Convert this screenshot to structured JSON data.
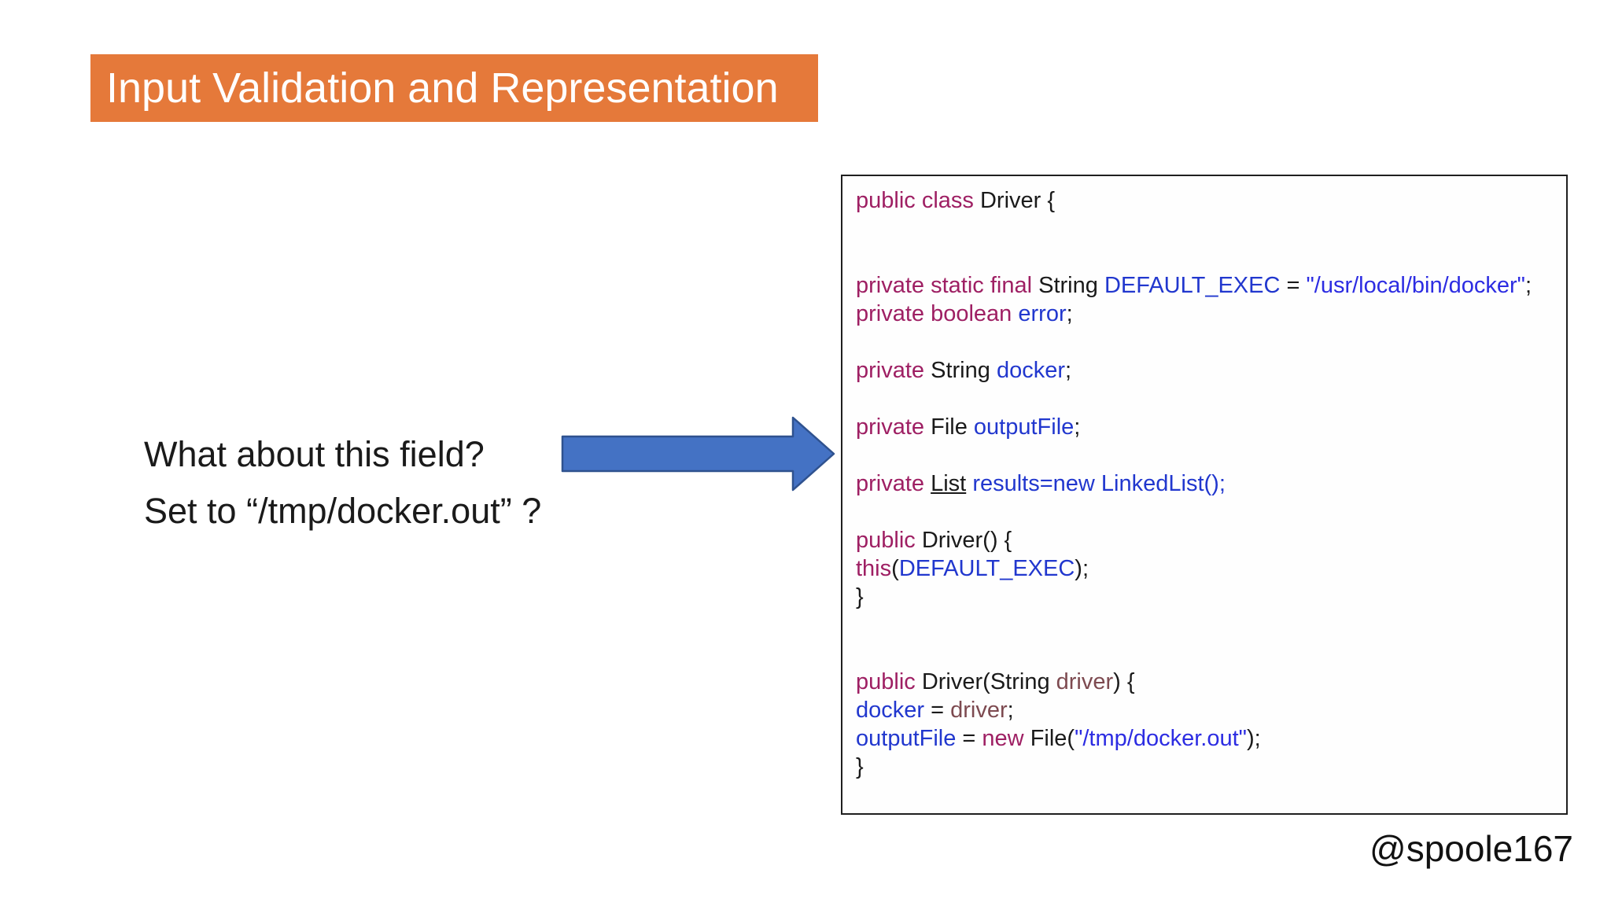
{
  "title": "Input Validation and Representation",
  "question": {
    "line1": "What about this field?",
    "line2": "Set to “/tmp/docker.out” ?"
  },
  "handle": "@spoole167",
  "colors": {
    "accent_orange": "#E5793A",
    "arrow_fill": "#4472C4",
    "arrow_stroke": "#2F528F",
    "keyword": "#9E1F63",
    "field": "#2137CE",
    "string": "#2C2CE2",
    "param": "#7D4A50",
    "plain": "#1A1A1A"
  },
  "code": {
    "lines": [
      [
        {
          "t": "public class ",
          "c": "keyword"
        },
        {
          "t": "Driver {",
          "c": "plain"
        }
      ],
      [],
      [],
      [
        {
          "t": "private static final ",
          "c": "keyword"
        },
        {
          "t": "String ",
          "c": "plain"
        },
        {
          "t": "DEFAULT_EXEC",
          "c": "field"
        },
        {
          "t": " = ",
          "c": "plain"
        },
        {
          "t": "\"/usr/local/bin/docker\"",
          "c": "string"
        },
        {
          "t": ";",
          "c": "plain"
        }
      ],
      [
        {
          "t": "private boolean ",
          "c": "keyword"
        },
        {
          "t": "error",
          "c": "field"
        },
        {
          "t": ";",
          "c": "plain"
        }
      ],
      [],
      [
        {
          "t": "private ",
          "c": "keyword"
        },
        {
          "t": "String ",
          "c": "plain"
        },
        {
          "t": "docker",
          "c": "field"
        },
        {
          "t": ";",
          "c": "plain"
        }
      ],
      [],
      [
        {
          "t": "private ",
          "c": "keyword"
        },
        {
          "t": "File ",
          "c": "plain"
        },
        {
          "t": "outputFile",
          "c": "field"
        },
        {
          "t": ";",
          "c": "plain"
        }
      ],
      [],
      [
        {
          "t": "private ",
          "c": "keyword"
        },
        {
          "t": "List",
          "c": "plain",
          "u": true
        },
        {
          "t": " ",
          "c": "plain"
        },
        {
          "t": "results=new LinkedList();",
          "c": "field"
        }
      ],
      [],
      [
        {
          "t": "public ",
          "c": "keyword"
        },
        {
          "t": "Driver() {",
          "c": "plain"
        }
      ],
      [
        {
          "t": "this",
          "c": "keyword"
        },
        {
          "t": "(",
          "c": "plain"
        },
        {
          "t": "DEFAULT_EXEC",
          "c": "field"
        },
        {
          "t": ");",
          "c": "plain"
        }
      ],
      [
        {
          "t": "}",
          "c": "plain"
        }
      ],
      [],
      [],
      [
        {
          "t": "public ",
          "c": "keyword"
        },
        {
          "t": "Driver(String ",
          "c": "plain"
        },
        {
          "t": "driver",
          "c": "param"
        },
        {
          "t": ") {",
          "c": "plain"
        }
      ],
      [
        {
          "t": "docker",
          "c": "field"
        },
        {
          "t": " = ",
          "c": "plain"
        },
        {
          "t": "driver",
          "c": "param"
        },
        {
          "t": ";",
          "c": "plain"
        }
      ],
      [
        {
          "t": "outputFile",
          "c": "field"
        },
        {
          "t": " = ",
          "c": "plain"
        },
        {
          "t": "new ",
          "c": "keyword"
        },
        {
          "t": "File(",
          "c": "plain"
        },
        {
          "t": "\"/tmp/docker.out\"",
          "c": "string"
        },
        {
          "t": ");",
          "c": "plain"
        }
      ],
      [
        {
          "t": "}",
          "c": "plain"
        }
      ]
    ]
  }
}
